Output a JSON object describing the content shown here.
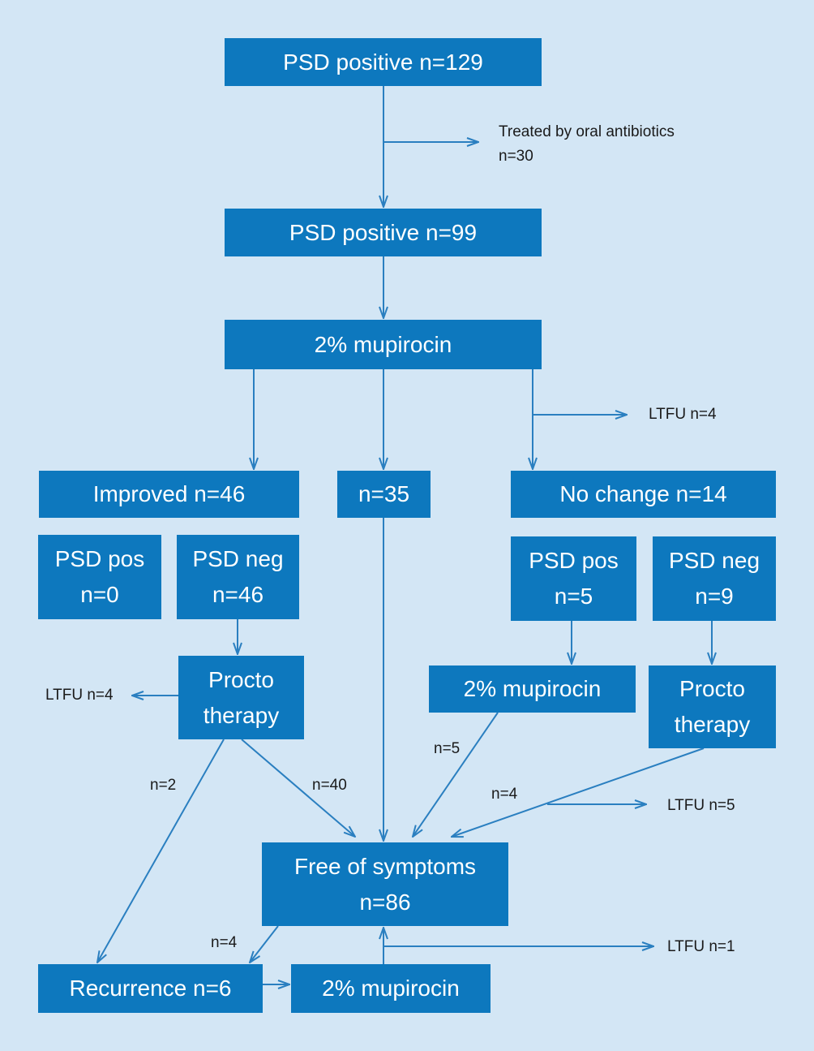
{
  "colors": {
    "background": "#d3e6f5",
    "box_fill": "#0d78be",
    "box_text": "#ffffff",
    "arrow": "#2a7fc0",
    "label_text": "#1a1a1a"
  },
  "boxes": {
    "start": "PSD positive n=129",
    "after_oral": "PSD positive n=99",
    "mupirocin_1": "2% mupirocin",
    "improved": "Improved n=46",
    "middle": "n=35",
    "no_change": "No change n=14",
    "improved_psd_pos": {
      "line1": "PSD pos",
      "line2": "n=0"
    },
    "improved_psd_neg": {
      "line1": "PSD neg",
      "line2": "n=46"
    },
    "proctotherapy_left": {
      "line1": "Procto",
      "line2": "therapy"
    },
    "nochange_psd_pos": {
      "line1": "PSD pos",
      "line2": "n=5"
    },
    "nochange_psd_neg": {
      "line1": "PSD neg",
      "line2": "n=9"
    },
    "mupirocin_right": "2% mupirocin",
    "proctotherapy_right": {
      "line1": "Procto",
      "line2": "therapy"
    },
    "free_of_symptoms": {
      "line1": "Free of symptoms",
      "line2": "n=86"
    },
    "recurrence": "Recurrence n=6",
    "mupirocin_bottom": "2% mupirocin"
  },
  "labels": {
    "oral_antibiotics": {
      "line1": "Treated by oral antibiotics",
      "line2": "n=30"
    },
    "ltfu_mupirocin": "LTFU n=4",
    "ltfu_procto_left": "LTFU n=4",
    "ltfu_procto_right": "LTFU n=5",
    "ltfu_bottom": "LTFU n=1",
    "n_recurrence_path": "n=2",
    "n_free_from_procto": "n=40",
    "n_free_from_mupirocin": "n=5",
    "n_free_from_procto_right": "n=4",
    "n_free_to_recurrence": "n=4"
  }
}
